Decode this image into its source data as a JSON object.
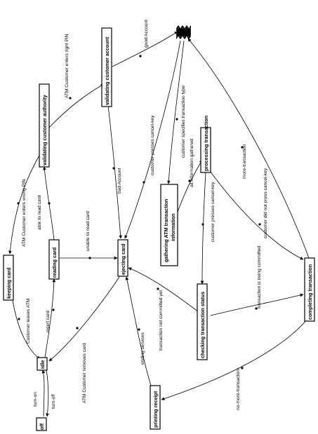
{
  "states": {
    "off": "off",
    "idle": "idle",
    "keeping_card": "keeping card",
    "reading_card": "reading card",
    "validating_customer_authority": "validating customer authority",
    "validating_customer_account": "validating customer account",
    "ejecting_card": "ejecting card",
    "gathering_info": [
      "gathering ATM transaction",
      "information"
    ],
    "processing_transaction": "processing transaction",
    "checking_transaction_status": "checking transaction status",
    "completing_transaction": "completing transaction",
    "printing_receipt": "printing receipt"
  },
  "transitions": {
    "turn_on": "turn-on",
    "turn_off": "turn-off",
    "insert_card": "insert card",
    "customer_leaves_atm": "Customer leaves ATM",
    "wrong_pin": "ATM Customer enters wrong PIN",
    "able_to_read_card": "able to read card",
    "unable_to_read_card": "unable to read card",
    "right_pin": "ATM Customer enters right PIN",
    "good_account": "good Account",
    "bad_account": "bad Account",
    "customer_presses_cancel_key_1": "customer presses cancel-key",
    "customer_specifies_transaction_type": "customer specifies transaction type",
    "all_information_gathered": "all information gathered",
    "customer_presses_cancel_key_2": "customer presses cancel-key",
    "more_transaction": "more-transaction",
    "customer_did_not_press_cancel": "customer did not press cancel-key",
    "transaction_being_committed": "transaction is being committed",
    "transaction_not_committed": "transaction not committed yet",
    "ending_services": "ending services",
    "customer_removes_card": "ATM Customer removes card",
    "no_more_transaction": "no-more-transaction"
  }
}
